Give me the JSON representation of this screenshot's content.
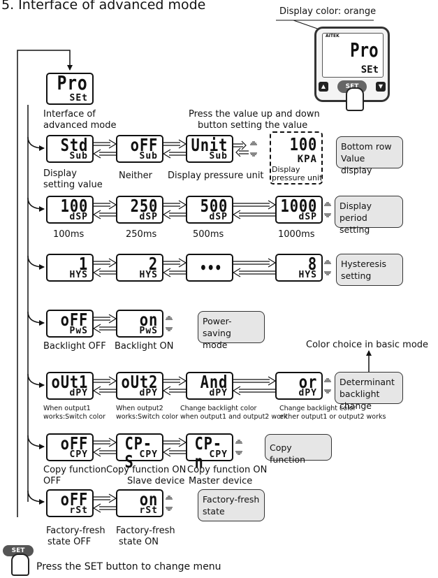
{
  "title": "5. Interface of advanced mode",
  "display_color_note": "Display color: orange",
  "device": {
    "top": "Pro",
    "bottom": "SEt",
    "brand": "AITEK",
    "set_button": "SET"
  },
  "entry": {
    "top": "Pro",
    "bottom": "SEt",
    "caption_line1": "Interface of",
    "caption_line2": "advanced mode"
  },
  "press_note_line1": "Press the value up and down",
  "press_note_line2": "button setting the value",
  "rows": {
    "std": {
      "screens": [
        {
          "top": "Std",
          "bottom": "Sub"
        },
        {
          "top": "oFF",
          "bottom": "Sub"
        },
        {
          "top": "Unit",
          "bottom": "Sub"
        },
        {
          "top": "100",
          "bottom": "KPA"
        }
      ],
      "cap1_line1": "Display",
      "cap1_line2": "setting value",
      "cap2": "Neither",
      "cap3": "Display pressure unit",
      "cap4_line1": "Display",
      "cap4_line2": "pressure unit",
      "box_line1": "Bottom row",
      "box_line2": "Value display"
    },
    "dsp": {
      "screens": [
        {
          "top": "100",
          "bottom": "dSP"
        },
        {
          "top": "250",
          "bottom": "dSP"
        },
        {
          "top": "500",
          "bottom": "dSP"
        },
        {
          "top": "1000",
          "bottom": "dSP"
        }
      ],
      "captions": [
        "100ms",
        "250ms",
        "500ms",
        "1000ms"
      ],
      "box_line1": "Display",
      "box_line2": "period setting"
    },
    "hys": {
      "screens": [
        {
          "top": "1",
          "bottom": "HYS"
        },
        {
          "top": "2",
          "bottom": "HYS"
        },
        {
          "top": "•••",
          "bottom": ""
        },
        {
          "top": "8",
          "bottom": "HYS"
        }
      ],
      "box_line1": "Hysteresis",
      "box_line2": "setting"
    },
    "pws": {
      "screens": [
        {
          "top": "oFF",
          "bottom": "PwS"
        },
        {
          "top": "on",
          "bottom": "PwS"
        }
      ],
      "captions": [
        "Backlight OFF",
        "Backlight ON"
      ],
      "box_line1": "Power-saving",
      "box_line2": "mode"
    },
    "dpy": {
      "screens": [
        {
          "top": "oUt1",
          "bottom": "dPY"
        },
        {
          "top": "oUt2",
          "bottom": "dPY"
        },
        {
          "top": "And",
          "bottom": "dPY"
        },
        {
          "top": "or",
          "bottom": "dPY"
        }
      ],
      "color_choice": "Color choice in basic mode",
      "cap1_line1": "When output1",
      "cap1_line2": "works:Switch color",
      "cap2_line1": "When output2",
      "cap2_line2": "works:Switch color",
      "cap3_line1": "Change backlight color",
      "cap3_line2": "when output1 and output2 work",
      "cap4_line1": "Change backlight color",
      "cap4_line2": "either output1 or output2 works",
      "box_line1": "Determinant",
      "box_line2": "backlight change"
    },
    "cpy": {
      "screens": [
        {
          "top": "oFF",
          "bottom": "CPY"
        },
        {
          "top": "CP-S",
          "bottom": "CPY"
        },
        {
          "top": "CP-n",
          "bottom": "CPY"
        }
      ],
      "cap1_line1": "Copy function",
      "cap1_line2": "OFF",
      "cap2_line1": "Copy function ON",
      "cap2_line2": "Slave device",
      "cap3_line1": "Copy function ON",
      "cap3_line2": "Master device",
      "box": "Copy function"
    },
    "rst": {
      "screens": [
        {
          "top": "oFF",
          "bottom": "rSt"
        },
        {
          "top": "on",
          "bottom": "rSt"
        }
      ],
      "cap1_line1": "Factory-fresh",
      "cap1_line2": "state OFF",
      "cap2_line1": "Factory-fresh",
      "cap2_line2": "state ON",
      "box_line1": "Factory-fresh",
      "box_line2": "state"
    }
  },
  "footer": {
    "set_button": "SET",
    "note": "Press the SET button to change menu"
  }
}
